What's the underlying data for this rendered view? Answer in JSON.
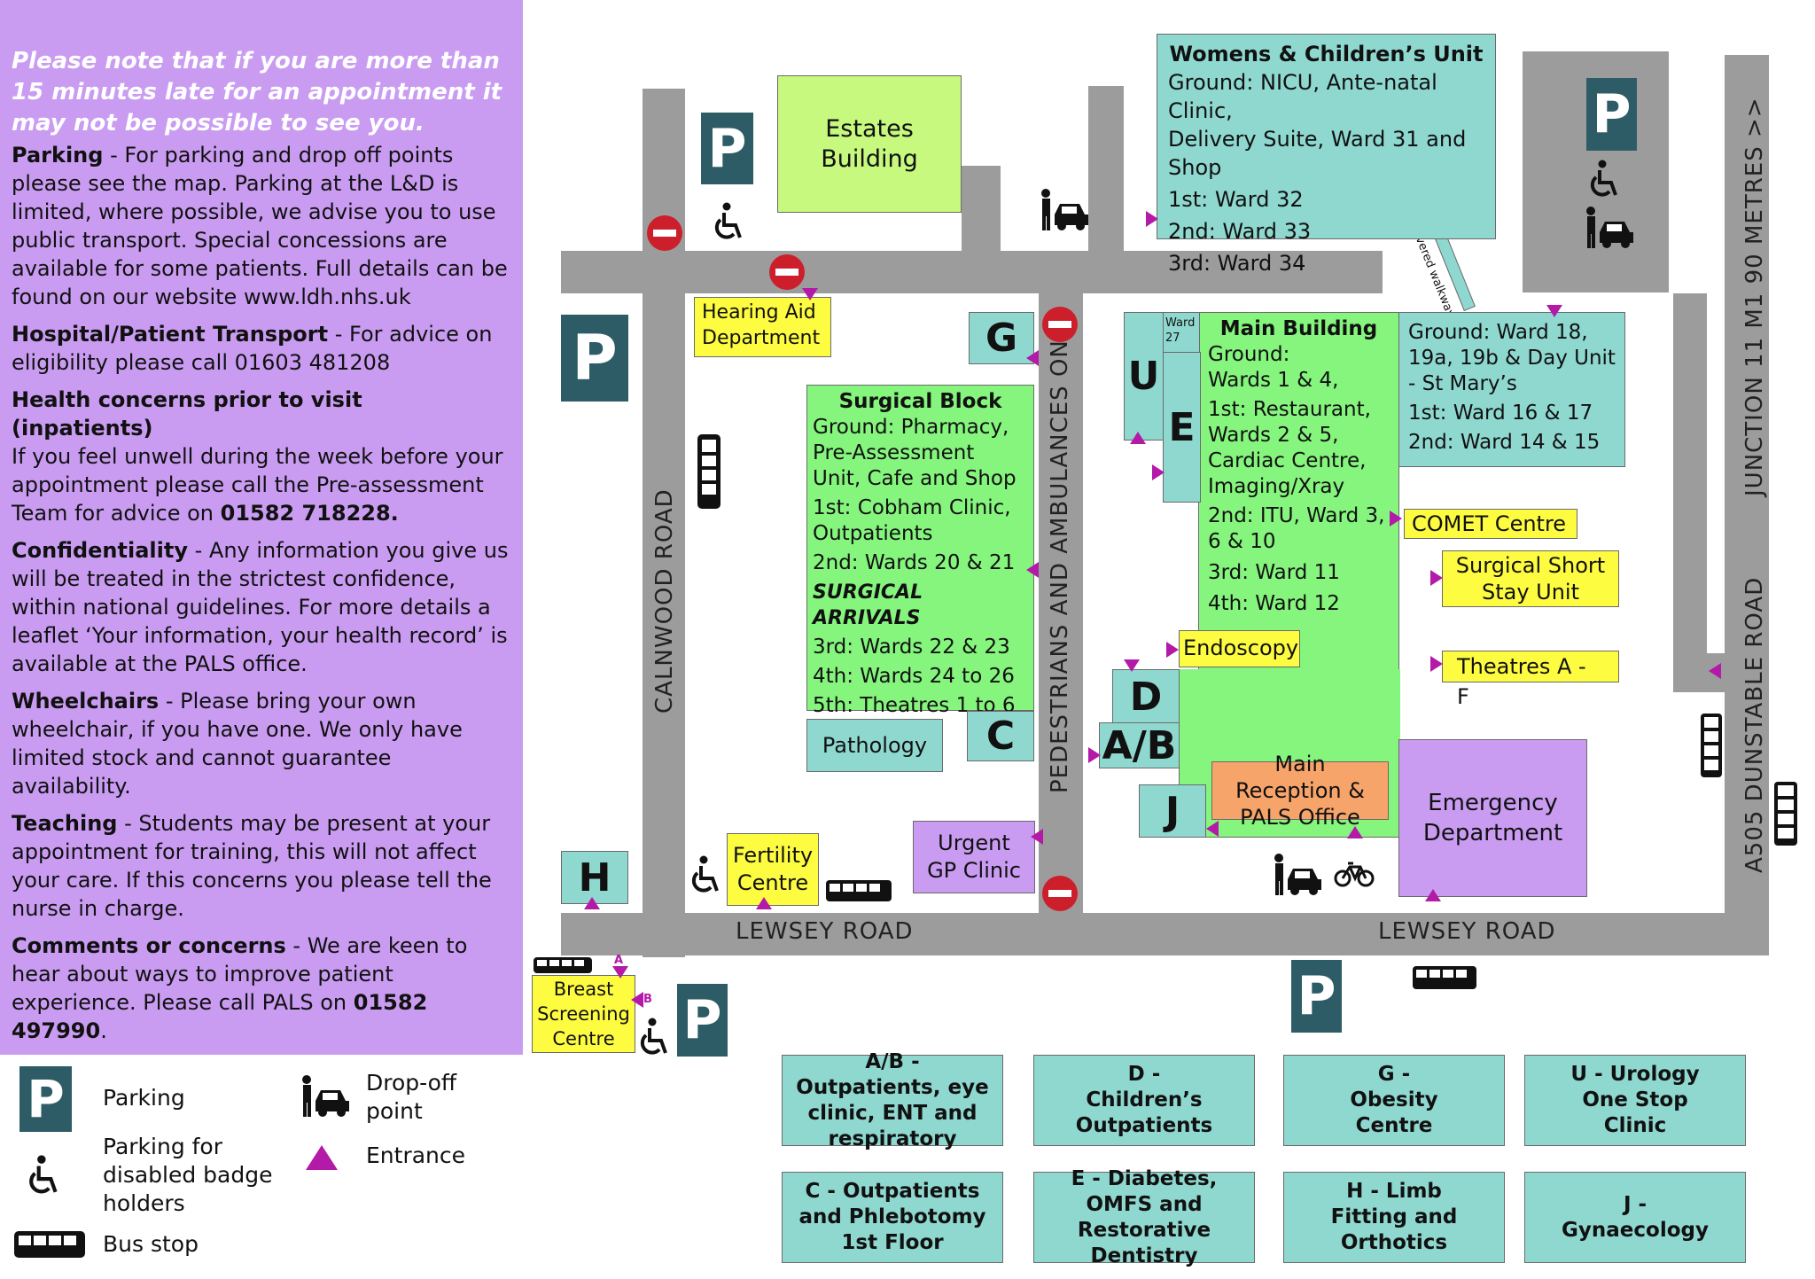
{
  "info_panel": {
    "warning": "Please note that if you are more than 15 minutes late for an appointment it may not be possible to see you.",
    "sections": [
      {
        "heading": "Parking",
        "text": " - For parking and drop off points please see the map. Parking at the L&D is limited, where possible, we advise you to use public transport. Special concessions are available for some patients. Full details can be found on our website www.ldh.nhs.uk"
      },
      {
        "heading": "Hospital/Patient Transport",
        "text": " - For advice on eligibility please call 01603 481208"
      },
      {
        "heading": "Health concerns prior to visit (inpatients)",
        "text": "If you feel unwell during the week before your appointment please call the Pre-assessment Team for advice on ",
        "bold_tail": "01582 718228."
      },
      {
        "heading": "Confidentiality",
        "text": " - Any information you give us will be treated in the strictest confidence, within national guidelines. For more details a leaflet ‘Your information, your health record’ is available at the PALS office."
      },
      {
        "heading": "Wheelchairs",
        "text": " - Please bring your own wheelchair, if you have one. We only have limited stock and cannot guarantee availability."
      },
      {
        "heading": "Teaching",
        "text": " - Students may be present at your appointment for training, this will not affect your care. If this concerns you please tell the nurse in charge."
      },
      {
        "heading": "Comments or concerns",
        "text": " - We are keen to hear about ways to improve patient experience. Please call PALS on ",
        "bold_tail": "01582 497990",
        "tail": "."
      }
    ]
  },
  "roads": {
    "calnwood": "CALNWOOD ROAD",
    "lewsey_left": "LEWSEY ROAD",
    "lewsey_right": "LEWSEY ROAD",
    "pedestrians": "PEDESTRIANS AND AMBULANCES ONLY",
    "a505": "A505 DUNSTABLE ROAD",
    "junction": "JUNCTION 11 M1 90 METRES >>",
    "covered_walkway": "covered walkway"
  },
  "buildings": {
    "estates": "Estates Building",
    "hearing_aid": "Hearing Aid Department",
    "womens": {
      "title": "Womens & Children’s Unit",
      "lines": [
        "Ground: NICU, Ante-natal Clinic,",
        "Delivery Suite, Ward 31 and Shop",
        "1st: Ward 32",
        "2nd: Ward 33",
        "3rd: Ward 34"
      ]
    },
    "surgical": {
      "title": "Surgical Block",
      "lines": [
        "Ground: Pharmacy, Pre-Assessment Unit, Cafe and Shop",
        "1st: Cobham Clinic, Outpatients",
        "2nd: Wards 20 & 21",
        "SURGICAL ARRIVALS",
        "3rd: Wards 22 & 23",
        "4th: Wards 24 to 26",
        "5th: Theatres 1 to 6"
      ]
    },
    "main": {
      "title": "Main Building",
      "lines": [
        "Ground:",
        "Wards 1 & 4,",
        "1st: Restaurant, Wards 2 & 5, Cardiac Centre, Imaging/Xray",
        "2nd: ITU, Ward 3, 6 & 10",
        "3rd: Ward 11",
        "4th: Ward 12"
      ]
    },
    "ward27": "Ward 27",
    "st_marys": {
      "lines": [
        "Ground: Ward 18, 19a, 19b & Day Unit - St Mary’s",
        "1st: Ward 16 & 17",
        "2nd: Ward 14 & 15"
      ]
    },
    "comet": "COMET Centre",
    "surgical_short_stay": "Surgical Short Stay Unit",
    "theatres": "Theatres A - F",
    "endoscopy": "Endoscopy",
    "main_reception": "Main Reception & PALS Office",
    "emergency": "Emergency Department",
    "pathology": "Pathology",
    "urgent_gp": "Urgent GP Clinic",
    "fertility": "Fertility Centre",
    "breast_screening": "Breast Screening Centre",
    "letters": {
      "G": "G",
      "U": "U",
      "E": "E",
      "D": "D",
      "AB": "A/B",
      "C": "C",
      "J": "J",
      "H": "H"
    },
    "entrance_a": "A",
    "entrance_b": "B",
    "parking_symbol": "P"
  },
  "key_boxes": [
    "A/B - Outpatients, eye clinic, ENT and respiratory",
    "D - Children’s Outpatients",
    "G - Obesity Centre",
    "U - Urology One Stop Clinic",
    "C - Outpatients and Phlebotomy 1st Floor",
    "E - Diabetes, OMFS and Restorative Dentistry",
    "H - Limb Fitting and Orthotics",
    "J - Gynaecology"
  ],
  "legend": {
    "parking": "Parking",
    "disabled": "Parking for disabled badge holders",
    "bus": "Bus stop",
    "dropoff": "Drop-off point",
    "entrance": "Entrance"
  },
  "colors": {
    "panel": "#c99cf2",
    "road": "#9c9c9c",
    "teal": "#8fd8d0",
    "green": "#85f57d",
    "yellow": "#fdfc40",
    "parking": "#2d5c66",
    "entrance": "#b41aa8",
    "no_entry": "#cc1f2b"
  }
}
